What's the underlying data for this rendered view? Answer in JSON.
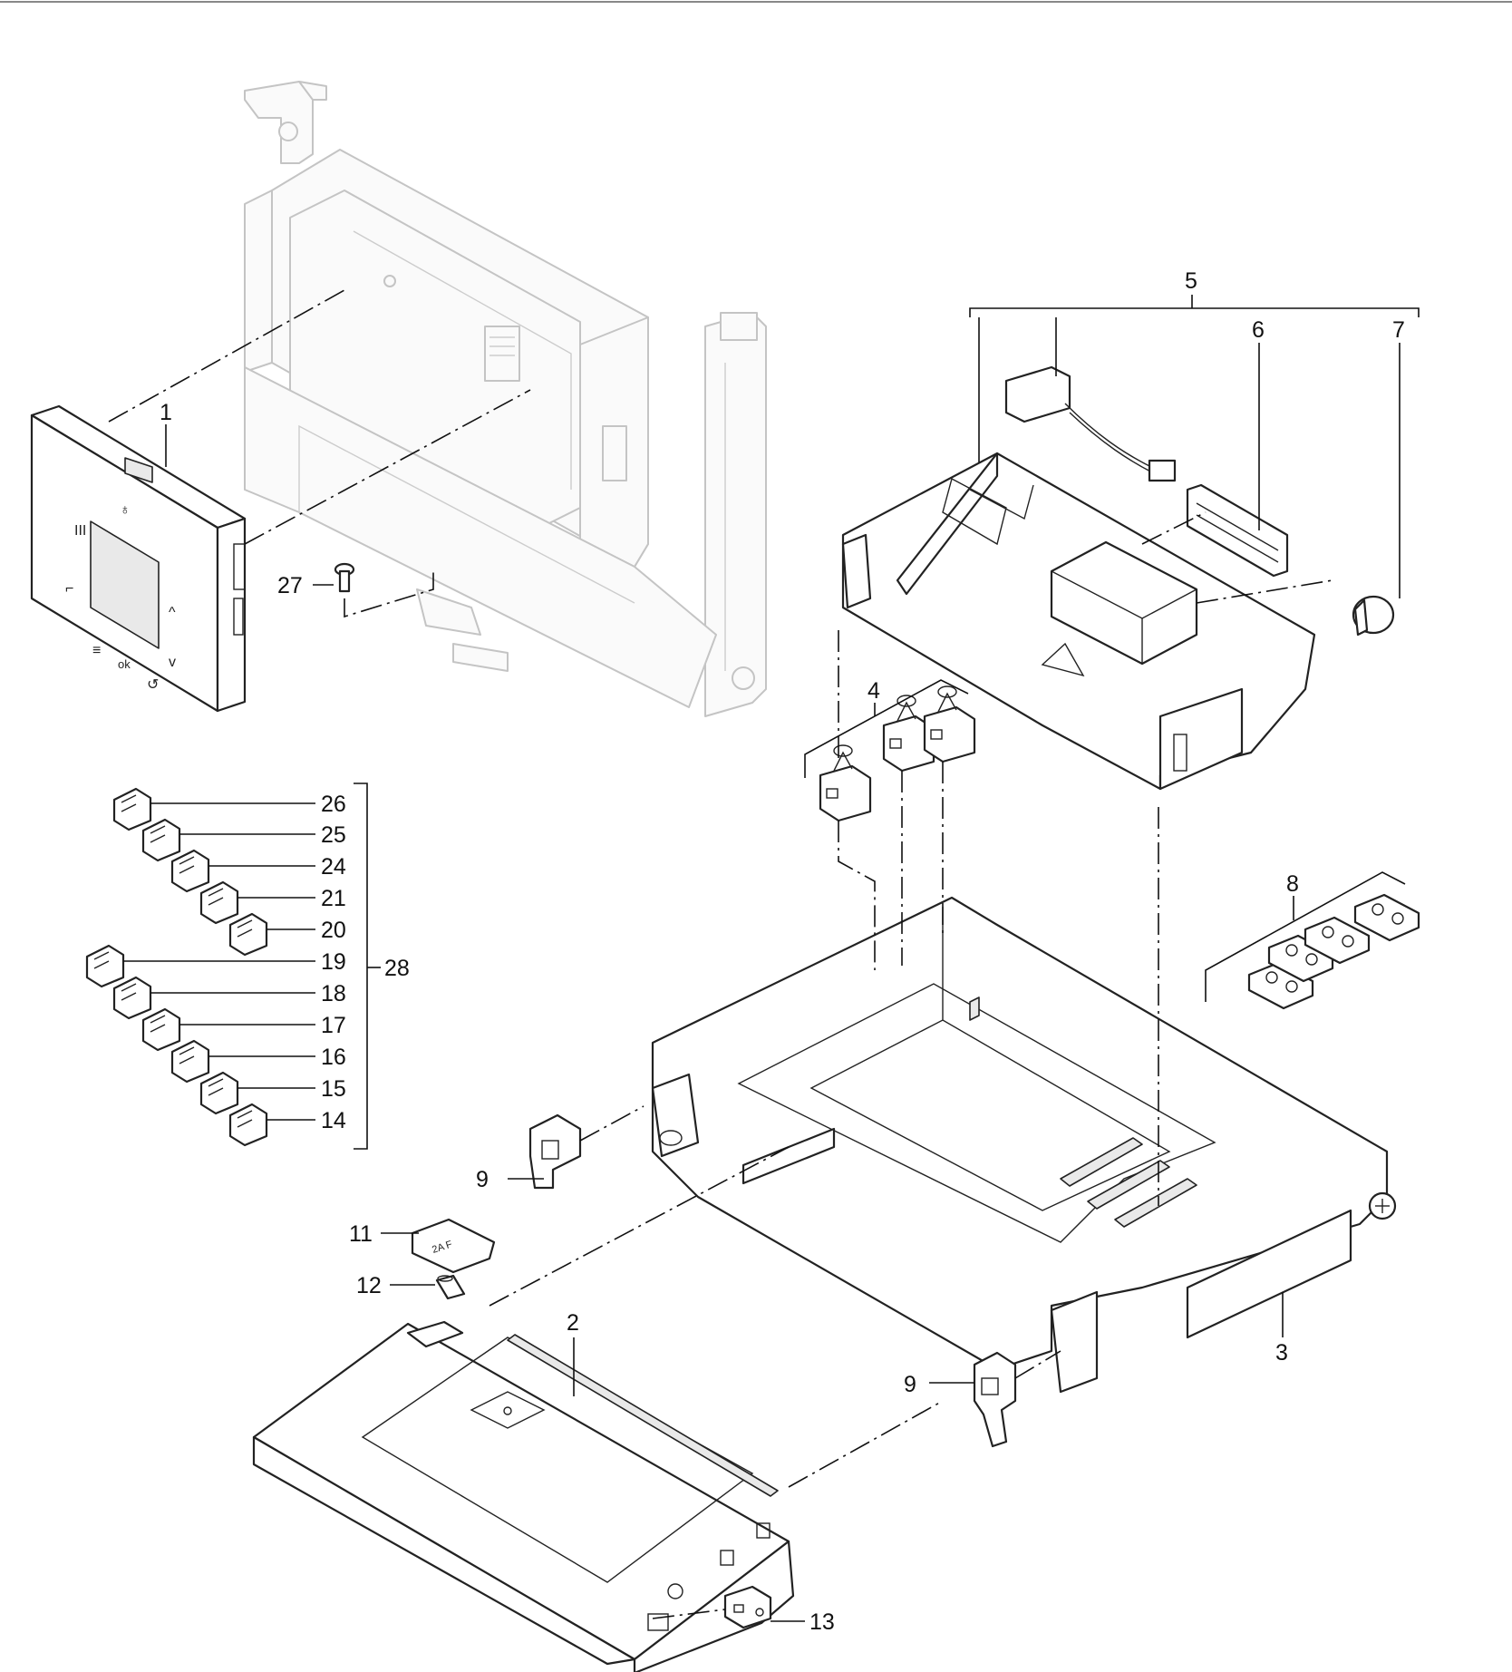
{
  "figure": {
    "callouts": [
      {
        "id": "1",
        "text": "1"
      },
      {
        "id": "2",
        "text": "2"
      },
      {
        "id": "3",
        "text": "3"
      },
      {
        "id": "4",
        "text": "4"
      },
      {
        "id": "5",
        "text": "5"
      },
      {
        "id": "6",
        "text": "6"
      },
      {
        "id": "7",
        "text": "7"
      },
      {
        "id": "8",
        "text": "8"
      },
      {
        "id": "9a",
        "text": "9"
      },
      {
        "id": "9b",
        "text": "9"
      },
      {
        "id": "11",
        "text": "11"
      },
      {
        "id": "12",
        "text": "12"
      },
      {
        "id": "13",
        "text": "13"
      },
      {
        "id": "14",
        "text": "14"
      },
      {
        "id": "15",
        "text": "15"
      },
      {
        "id": "16",
        "text": "16"
      },
      {
        "id": "17",
        "text": "17"
      },
      {
        "id": "18",
        "text": "18"
      },
      {
        "id": "19",
        "text": "19"
      },
      {
        "id": "20",
        "text": "20"
      },
      {
        "id": "21",
        "text": "21"
      },
      {
        "id": "24",
        "text": "24"
      },
      {
        "id": "25",
        "text": "25"
      },
      {
        "id": "26",
        "text": "26"
      },
      {
        "id": "27",
        "text": "27"
      },
      {
        "id": "28",
        "text": "28"
      }
    ],
    "fuse_label": "2A F",
    "colors": {
      "ink": "#111111",
      "ghost": "#c4c4c4",
      "panel_fill": "#ffffff",
      "shade": "#e9e9e9"
    }
  }
}
